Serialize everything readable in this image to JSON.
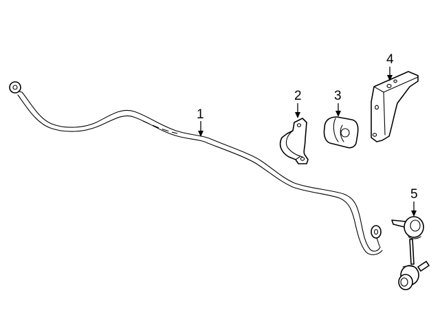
{
  "diagram": {
    "callouts": [
      {
        "id": "bar",
        "label": "1"
      },
      {
        "id": "bracket",
        "label": "2"
      },
      {
        "id": "bushing",
        "label": "3"
      },
      {
        "id": "mount",
        "label": "4"
      },
      {
        "id": "link",
        "label": "5"
      }
    ],
    "colors": {
      "line": "#000000",
      "background": "#ffffff"
    }
  }
}
